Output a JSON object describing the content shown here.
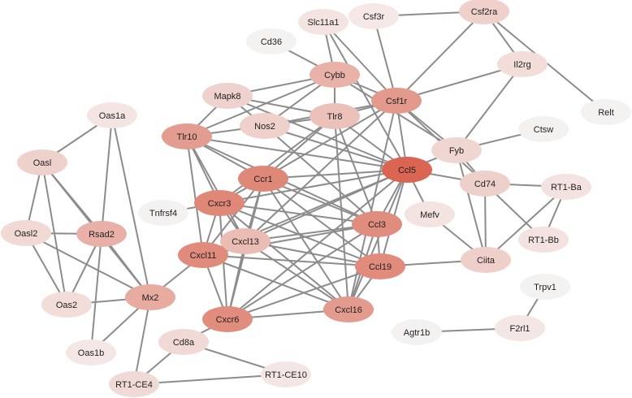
{
  "nodes": [
    {
      "id": "Slc11a1",
      "label": "Slc11a1",
      "color": "#f3e3e1"
    },
    {
      "id": "Csf3r",
      "label": "Csf3r",
      "color": "#f5e8e7"
    },
    {
      "id": "Csf2ra",
      "label": "Csf2ra",
      "color": "#efd0cb"
    },
    {
      "id": "Cd36",
      "label": "Cd36",
      "color": "#f4f1f1"
    },
    {
      "id": "Cybb",
      "label": "Cybb",
      "color": "#e8b2a8"
    },
    {
      "id": "Il2rg",
      "label": "Il2rg",
      "color": "#f2ddd9"
    },
    {
      "id": "Mapk8",
      "label": "Mapk8",
      "color": "#efd2cd"
    },
    {
      "id": "Csf1r",
      "label": "Csf1r",
      "color": "#e39a8d"
    },
    {
      "id": "Relt",
      "label": "Relt",
      "color": "#f4f1f1"
    },
    {
      "id": "Oas1a",
      "label": "Oas1a",
      "color": "#f4e5e3"
    },
    {
      "id": "Nos2",
      "label": "Nos2",
      "color": "#efd0ca"
    },
    {
      "id": "Tlr8",
      "label": "Tlr8",
      "color": "#ecc1ba"
    },
    {
      "id": "Ctsw",
      "label": "Ctsw",
      "color": "#f4f1f1"
    },
    {
      "id": "Tlr10",
      "label": "Tlr10",
      "color": "#e39d90"
    },
    {
      "id": "Fyb",
      "label": "Fyb",
      "color": "#f0d6d1"
    },
    {
      "id": "Oasl",
      "label": "Oasl",
      "color": "#efd1cc"
    },
    {
      "id": "Ccl5",
      "label": "Ccl5",
      "color": "#d96552"
    },
    {
      "id": "Ccr1",
      "label": "Ccr1",
      "color": "#df8878"
    },
    {
      "id": "Cd74",
      "label": "Cd74",
      "color": "#eed0ca"
    },
    {
      "id": "RT1-Ba",
      "label": "RT1-Ba",
      "color": "#f3e2e0"
    },
    {
      "id": "Cxcr3",
      "label": "Cxcr3",
      "color": "#df8878"
    },
    {
      "id": "Tnfrsf4",
      "label": "Tnfrsf4",
      "color": "#f4f1f1"
    },
    {
      "id": "Mefv",
      "label": "Mefv",
      "color": "#f3e3e1"
    },
    {
      "id": "Ccl3",
      "label": "Ccl3",
      "color": "#e18d7e"
    },
    {
      "id": "Oasl2",
      "label": "Oasl2",
      "color": "#f1d9d4"
    },
    {
      "id": "Rsad2",
      "label": "Rsad2",
      "color": "#e8b0a6"
    },
    {
      "id": "Cxcl13",
      "label": "Cxcl13",
      "color": "#ebbcb3"
    },
    {
      "id": "RT1-Bb",
      "label": "RT1-Bb",
      "color": "#f3e2e0"
    },
    {
      "id": "Cxcl11",
      "label": "Cxcl11",
      "color": "#e08b7c"
    },
    {
      "id": "Ciita",
      "label": "Ciita",
      "color": "#efcfc9"
    },
    {
      "id": "Ccl19",
      "label": "Ccl19",
      "color": "#e08b7c"
    },
    {
      "id": "Trpv1",
      "label": "Trpv1",
      "color": "#f4f1f1"
    },
    {
      "id": "Oas2",
      "label": "Oas2",
      "color": "#f2ddd9"
    },
    {
      "id": "Mx2",
      "label": "Mx2",
      "color": "#e7ab9f"
    },
    {
      "id": "Cxcl16",
      "label": "Cxcl16",
      "color": "#e39b8e"
    },
    {
      "id": "F2rl1",
      "label": "F2rl1",
      "color": "#f4e6e4"
    },
    {
      "id": "Cxcr6",
      "label": "Cxcr6",
      "color": "#e08d7d"
    },
    {
      "id": "Agtr1b",
      "label": "Agtr1b",
      "color": "#f4f1f1"
    },
    {
      "id": "Oas1b",
      "label": "Oas1b",
      "color": "#f4e7e5"
    },
    {
      "id": "Cd8a",
      "label": "Cd8a",
      "color": "#f1d9d5"
    },
    {
      "id": "RT1-CE10",
      "label": "RT1-CE10",
      "color": "#f4e6e4"
    },
    {
      "id": "RT1-CE4",
      "label": "RT1-CE4",
      "color": "#f1d9d5"
    }
  ],
  "edges": [
    [
      "Csf3r",
      "Csf2ra"
    ],
    [
      "Csf2ra",
      "Il2rg"
    ],
    [
      "Csf2ra",
      "Relt"
    ],
    [
      "Csf2ra",
      "Csf1r"
    ],
    [
      "Il2rg",
      "Csf1r"
    ],
    [
      "Il2rg",
      "Fyb"
    ],
    [
      "Slc11a1",
      "Cybb"
    ],
    [
      "Slc11a1",
      "Csf1r"
    ],
    [
      "Csf3r",
      "Csf1r"
    ],
    [
      "Slc11a1",
      "Ccl5"
    ],
    [
      "Cd36",
      "Cybb"
    ],
    [
      "Cybb",
      "Mapk8"
    ],
    [
      "Cybb",
      "Nos2"
    ],
    [
      "Cybb",
      "Tlr10"
    ],
    [
      "Cybb",
      "Csf1r"
    ],
    [
      "Cybb",
      "Fyb"
    ],
    [
      "Cybb",
      "Tlr8"
    ],
    [
      "Csf1r",
      "Nos2"
    ],
    [
      "Csf1r",
      "Tlr8"
    ],
    [
      "Csf1r",
      "Fyb"
    ],
    [
      "Csf1r",
      "Ccl5"
    ],
    [
      "Csf1r",
      "Cd74"
    ],
    [
      "Csf1r",
      "Ccr1"
    ],
    [
      "Csf1r",
      "Cxcl16"
    ],
    [
      "Csf1r",
      "Cxcl13"
    ],
    [
      "Mapk8",
      "Nos2"
    ],
    [
      "Mapk8",
      "Tlr10"
    ],
    [
      "Mapk8",
      "Ccl5"
    ],
    [
      "Mapk8",
      "Tlr8"
    ],
    [
      "Nos2",
      "Tlr8"
    ],
    [
      "Nos2",
      "Ccl5"
    ],
    [
      "Nos2",
      "Tlr10"
    ],
    [
      "Nos2",
      "Ccl3"
    ],
    [
      "Tlr8",
      "Ccl5"
    ],
    [
      "Tlr8",
      "Ccr1"
    ],
    [
      "Tlr8",
      "Cxcr3"
    ],
    [
      "Tlr8",
      "Ccl3"
    ],
    [
      "Tlr8",
      "Cxcl16"
    ],
    [
      "Tlr10",
      "Ccl5"
    ],
    [
      "Tlr10",
      "Ccr1"
    ],
    [
      "Tlr10",
      "Cxcl11"
    ],
    [
      "Tlr10",
      "Cxcr3"
    ],
    [
      "Tlr10",
      "Ccl3"
    ],
    [
      "Tlr10",
      "Cxcl13"
    ],
    [
      "Fyb",
      "Ctsw"
    ],
    [
      "Fyb",
      "Ccl5"
    ],
    [
      "Fyb",
      "Cd74"
    ],
    [
      "Ccl5",
      "Ccr1"
    ],
    [
      "Ccl5",
      "Cxcr3"
    ],
    [
      "Ccl5",
      "Ccl3"
    ],
    [
      "Ccl5",
      "Ccl19"
    ],
    [
      "Ccl5",
      "Cxcl13"
    ],
    [
      "Ccl5",
      "Cxcl11"
    ],
    [
      "Ccl5",
      "Cxcr6"
    ],
    [
      "Ccl5",
      "Cxcl16"
    ],
    [
      "Ccl5",
      "Mefv"
    ],
    [
      "Ccl5",
      "Cd74"
    ],
    [
      "Ccr1",
      "Cxcr3"
    ],
    [
      "Ccr1",
      "Ccl3"
    ],
    [
      "Ccr1",
      "Ccl19"
    ],
    [
      "Ccr1",
      "Cxcl13"
    ],
    [
      "Ccr1",
      "Cxcl11"
    ],
    [
      "Ccr1",
      "Cxcr6"
    ],
    [
      "Ccr1",
      "Cxcl16"
    ],
    [
      "Cxcr3",
      "Tnfrsf4"
    ],
    [
      "Cxcr3",
      "Ccl3"
    ],
    [
      "Cxcr3",
      "Ccl19"
    ],
    [
      "Cxcr3",
      "Cxcl13"
    ],
    [
      "Cxcr3",
      "Cxcl11"
    ],
    [
      "Cxcr3",
      "Cxcr6"
    ],
    [
      "Cxcr3",
      "Cxcl16"
    ],
    [
      "Ccl3",
      "Cxcl13"
    ],
    [
      "Ccl3",
      "Ccl19"
    ],
    [
      "Ccl3",
      "Cxcl11"
    ],
    [
      "Ccl3",
      "Cxcr6"
    ],
    [
      "Ccl3",
      "Cxcl16"
    ],
    [
      "Cxcl13",
      "Ccl19"
    ],
    [
      "Cxcl13",
      "Cxcl11"
    ],
    [
      "Cxcl13",
      "Cxcr6"
    ],
    [
      "Cxcl13",
      "Cxcl16"
    ],
    [
      "Cxcl11",
      "Ccl19"
    ],
    [
      "Cxcl11",
      "Cxcr6"
    ],
    [
      "Cxcl11",
      "Cxcl16"
    ],
    [
      "Cxcl11",
      "Mx2"
    ],
    [
      "Ccl19",
      "Cxcr6"
    ],
    [
      "Ccl19",
      "Cxcl16"
    ],
    [
      "Ccl19",
      "Ciita"
    ],
    [
      "Cxcr6",
      "Cxcl16"
    ],
    [
      "Mefv",
      "Ciita"
    ],
    [
      "Cd74",
      "RT1-Ba"
    ],
    [
      "Cd74",
      "RT1-Bb"
    ],
    [
      "Cd74",
      "Ciita"
    ],
    [
      "RT1-Ba",
      "RT1-Bb"
    ],
    [
      "RT1-Ba",
      "Ciita"
    ],
    [
      "Ciita",
      "Fyb"
    ],
    [
      "Trpv1",
      "F2rl1"
    ],
    [
      "F2rl1",
      "Agtr1b"
    ],
    [
      "Oas1a",
      "Oasl"
    ],
    [
      "Oas1a",
      "Rsad2"
    ],
    [
      "Oas1a",
      "Mx2"
    ],
    [
      "Oasl",
      "Oasl2"
    ],
    [
      "Oasl",
      "Rsad2"
    ],
    [
      "Oasl",
      "Oas2"
    ],
    [
      "Oasl",
      "Mx2"
    ],
    [
      "Oasl2",
      "Rsad2"
    ],
    [
      "Oasl2",
      "Oas2"
    ],
    [
      "Oasl2",
      "Mx2"
    ],
    [
      "Rsad2",
      "Oas2"
    ],
    [
      "Rsad2",
      "Mx2"
    ],
    [
      "Rsad2",
      "Oas1b"
    ],
    [
      "Oas2",
      "Mx2"
    ],
    [
      "Mx2",
      "Oas1b"
    ],
    [
      "Mx2",
      "RT1-CE4"
    ],
    [
      "Cd8a",
      "RT1-CE4"
    ],
    [
      "Cd8a",
      "RT1-CE10"
    ],
    [
      "Cd8a",
      "Cxcr6"
    ],
    [
      "RT1-CE4",
      "RT1-CE10"
    ]
  ]
}
